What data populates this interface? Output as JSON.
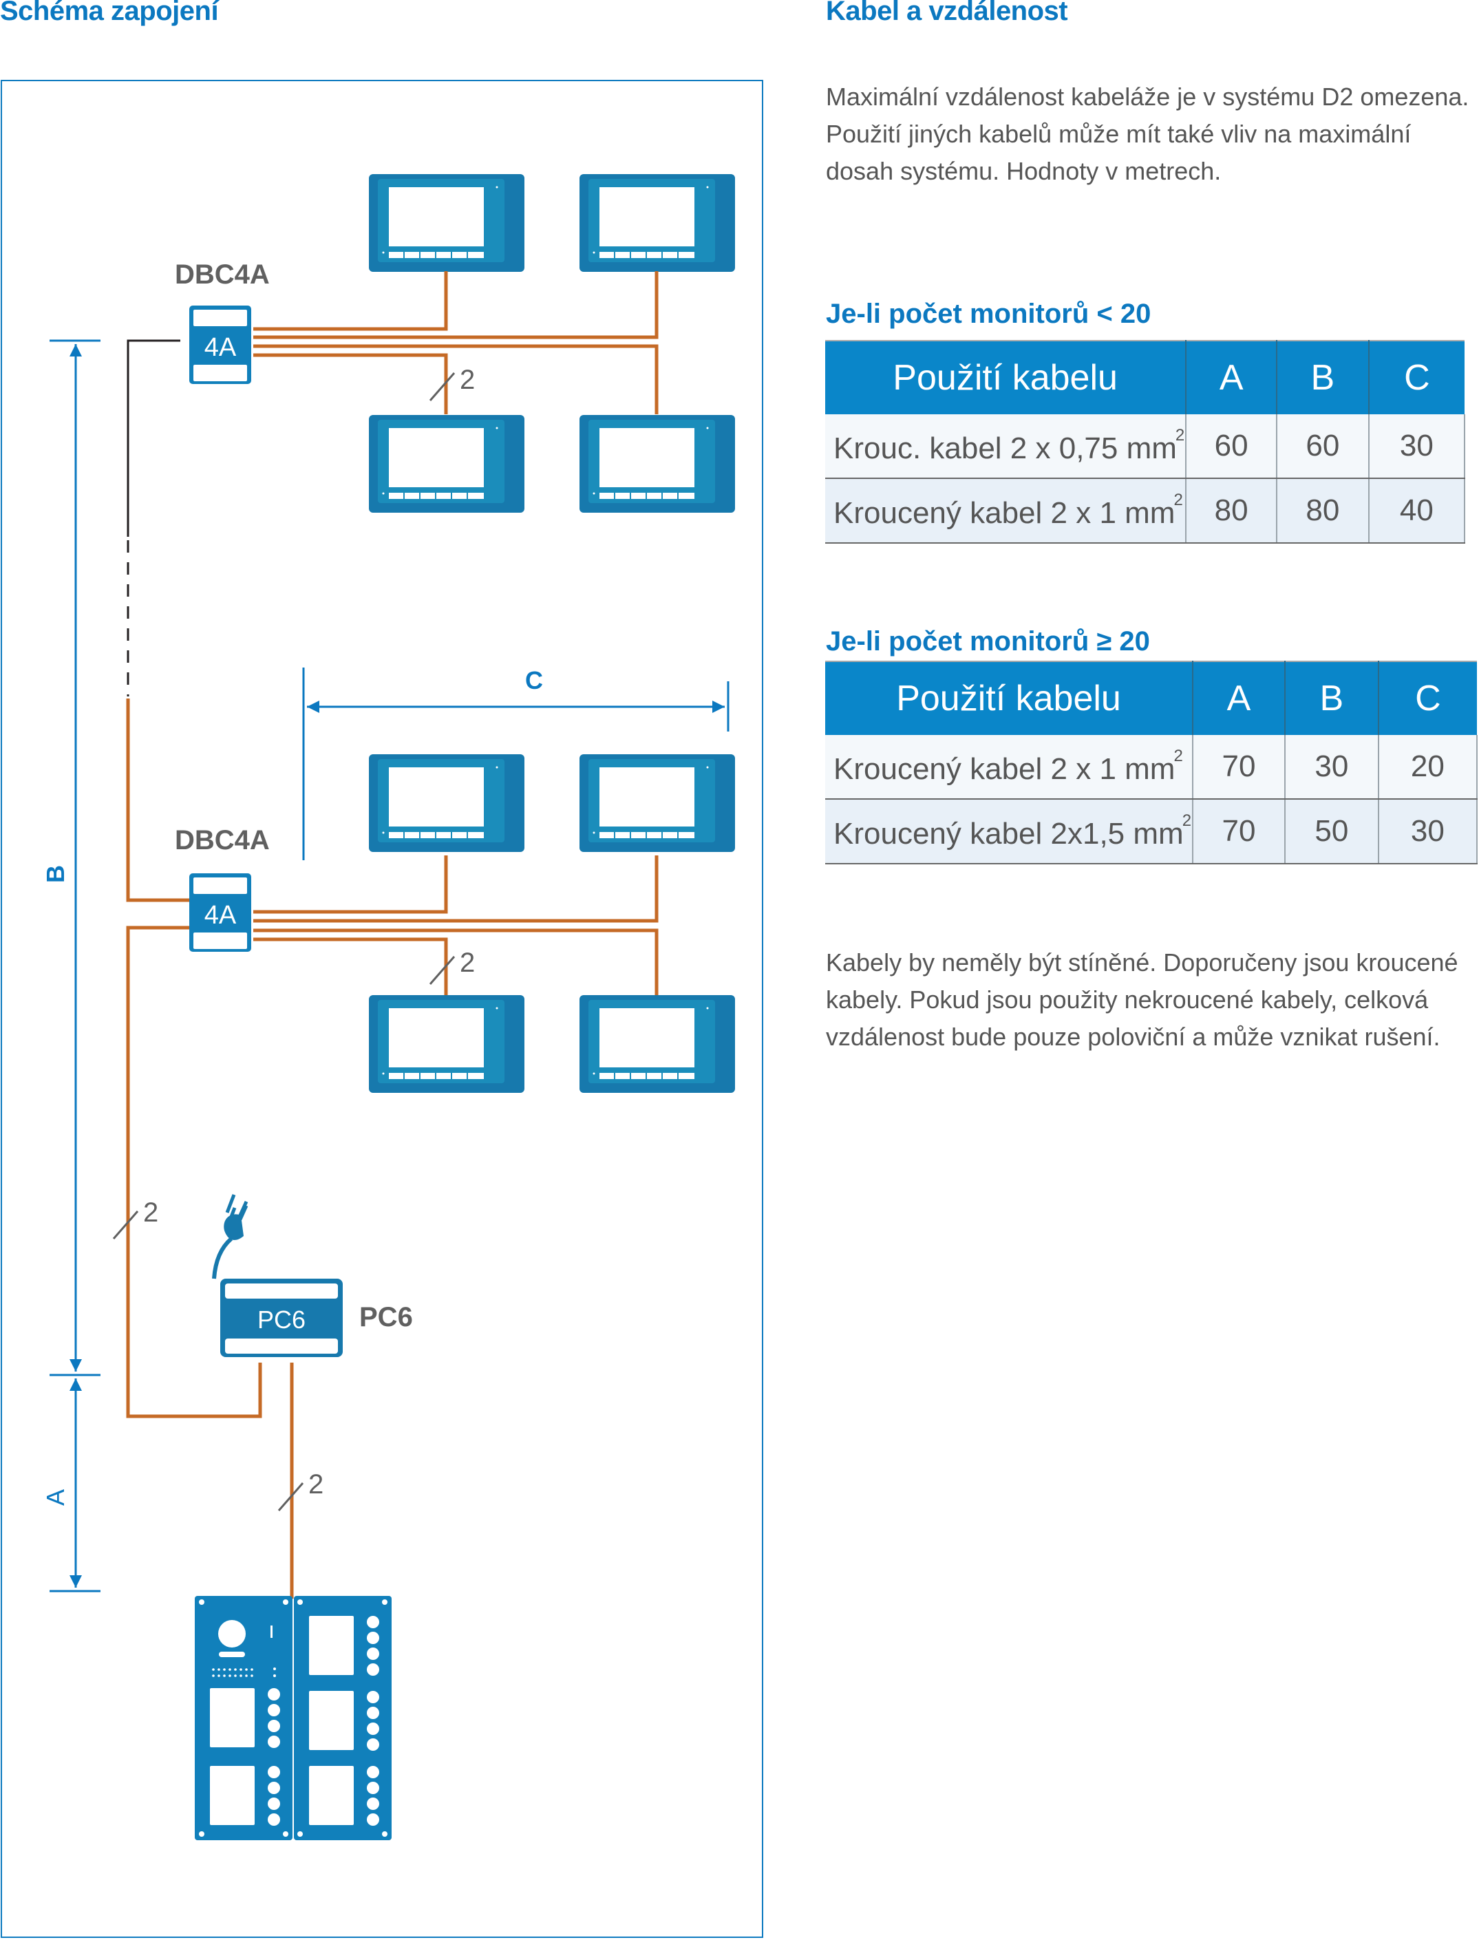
{
  "left": {
    "title": "Schéma zapojení",
    "devices": {
      "dbc_upper_label": "DBC4A",
      "dbc_upper_badge": "4A",
      "dbc_lower_label": "DBC4A",
      "dbc_lower_badge": "4A",
      "pc_label": "PC6",
      "pc_badge": "PC6"
    },
    "wire_counts": [
      "2",
      "2",
      "2",
      "2"
    ],
    "dimensions": {
      "a": "A",
      "b": "B",
      "c": "C"
    },
    "icons": [
      "monitor-icon",
      "distributor-icon",
      "power-supply-icon",
      "plug-icon",
      "door-station-icon"
    ],
    "colors": {
      "accent": "#0b78c0",
      "device": "#1779ad",
      "wire": "#c56a26",
      "label_gray": "#606060"
    }
  },
  "right": {
    "title": "Kabel a vzdálenost",
    "intro": "Maximální vzdálenost kabeláže je v systému D2 omezena. Použití jiných kabelů může mít také vliv na maximální dosah systému. Hodnoty v metrech.",
    "tables": [
      {
        "caption": "Je-li počet monitorů < 20",
        "headers": [
          "Použití kabelu",
          "A",
          "B",
          "C"
        ],
        "rows": [
          {
            "cable": "Krouc. kabel 2 x 0,75 mm",
            "sup": "2",
            "a": "60",
            "b": "60",
            "c": "30"
          },
          {
            "cable": "Kroucený kabel 2 x 1 mm",
            "sup": "2",
            "a": "80",
            "b": "80",
            "c": "40"
          }
        ]
      },
      {
        "caption": "Je-li počet monitorů ≥ 20",
        "headers": [
          "Použití kabelu",
          "A",
          "B",
          "C"
        ],
        "rows": [
          {
            "cable": "Kroucený kabel 2 x 1 mm",
            "sup": "2",
            "a": "70",
            "b": "30",
            "c": "20"
          },
          {
            "cable": "Kroucený kabel 2x1,5 mm",
            "sup": "2",
            "a": "70",
            "b": "50",
            "c": "30"
          }
        ]
      }
    ],
    "note": "Kabely by neměly být stíněné. Doporučeny jsou kroucené kabely. Pokud jsou použity nekroucené kabely, celková vzdálenost bude pouze poloviční a může vznikat rušení."
  }
}
